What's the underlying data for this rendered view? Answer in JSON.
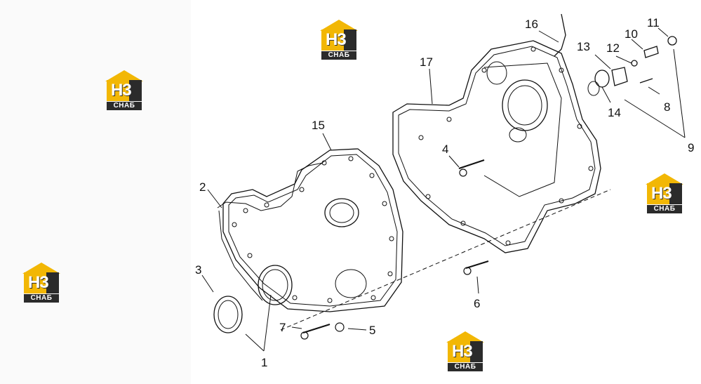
{
  "diagram": {
    "callouts": [
      "1",
      "2",
      "3",
      "4",
      "5",
      "6",
      "7",
      "8",
      "9",
      "10",
      "11",
      "12",
      "13",
      "14",
      "15",
      "16",
      "17"
    ]
  },
  "watermark": {
    "logo_letters": "H3",
    "logo_caption": "СНАБ"
  }
}
